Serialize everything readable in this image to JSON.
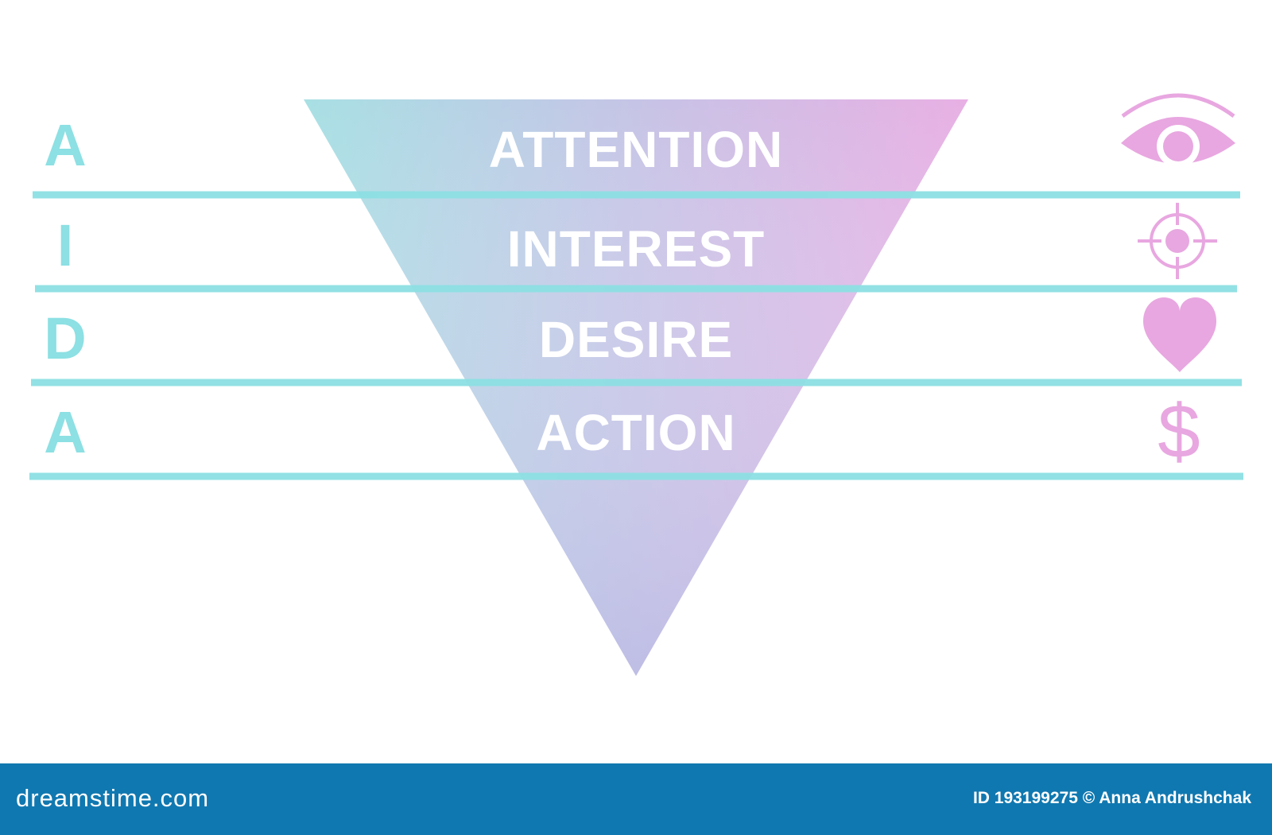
{
  "colors": {
    "line": "#8de0e3",
    "letter": "#8de0e3",
    "icon": "#e8a7e0",
    "funnel_left": "#a8e0e4",
    "funnel_right": "#e8b0e4",
    "funnel_bottom": "#b8b8e4",
    "footer": "#1078b0"
  },
  "aida": {
    "stages": [
      {
        "letter": "A",
        "label": "ATTENTION",
        "icon": "eye-icon"
      },
      {
        "letter": "I",
        "label": "INTEREST",
        "icon": "target-icon"
      },
      {
        "letter": "D",
        "label": "DESIRE",
        "icon": "heart-icon"
      },
      {
        "letter": "A",
        "label": "ACTION",
        "icon": "dollar-icon",
        "icon_glyph": "$"
      }
    ]
  },
  "watermark": {
    "brand": "dreamstime.com",
    "credit": "ID 193199275 © Anna Andrushchak"
  }
}
